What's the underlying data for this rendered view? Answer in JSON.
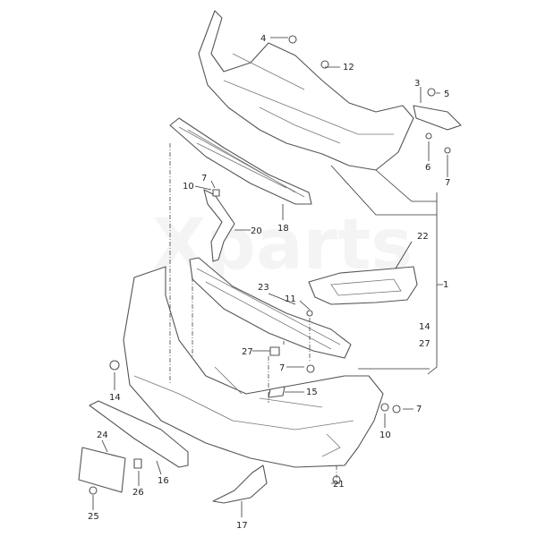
{
  "watermark": "Xparts",
  "labels": [
    "4",
    "12",
    "3",
    "5",
    "6",
    "7",
    "7",
    "10",
    "18",
    "20",
    "22",
    "1",
    "23",
    "11",
    "14",
    "27",
    "27",
    "7",
    "15",
    "14",
    "7",
    "10",
    "24",
    "26",
    "16",
    "25",
    "21",
    "17"
  ]
}
